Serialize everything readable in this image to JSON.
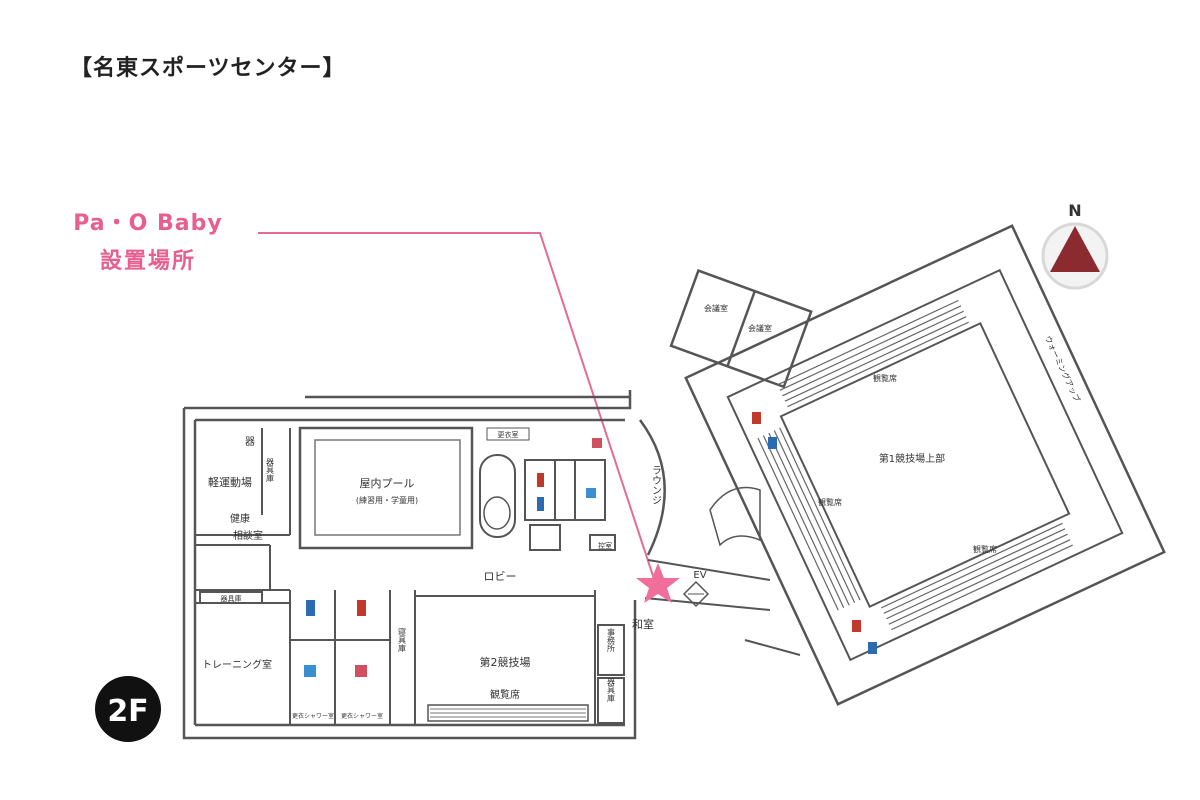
{
  "title": "【名東スポーツセンター】",
  "callout": {
    "line1": "Pa・O Baby",
    "line2": "設置場所"
  },
  "compass": {
    "label": "N",
    "color": "#8b2a2f"
  },
  "floor": "2F",
  "rooms": {
    "pool": "屋内プール",
    "pool_sub": "(練習用・学童用)",
    "light_exercise": "軽運動場",
    "health_counsel_1": "健康",
    "health_counsel_2": "相談室",
    "storage_small": "器具庫",
    "storage_equip": "器具庫",
    "storage_kanji": "器",
    "lobby": "ロビー",
    "training": "トレーニング室",
    "arena2": "第2競技場",
    "arena2_seats": "観覧席",
    "arena1": "第1競技場上部",
    "arena1_seats_a": "観覧席",
    "arena1_seats_b": "観覧席",
    "arena1_seats_c": "観覧席",
    "lounge": "ラウンジ",
    "meeting1": "会議室",
    "meeting2": "会議室",
    "japanese_room": "和室",
    "storage_right": "器具庫",
    "bedding": "寝具庫",
    "ev": "EV",
    "running": "ウォーミングアップ",
    "changing_room": "更衣室",
    "office": "事務所",
    "room_small": "控室",
    "shower_1": "更衣シャワー室",
    "shower_2": "更衣シャワー室",
    "storage_left": "器具庫"
  },
  "marker": {
    "name": "Pa・O Baby",
    "color": "#ef6e9a"
  }
}
